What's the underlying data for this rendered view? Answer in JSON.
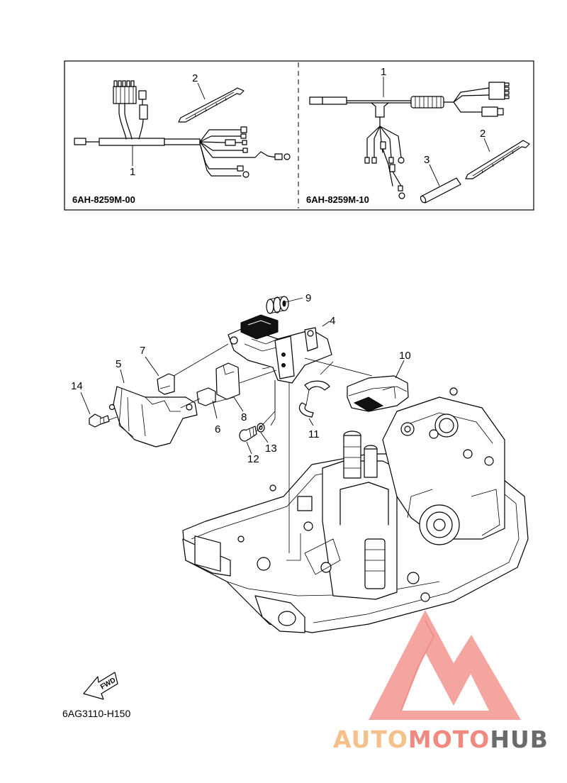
{
  "box_left": {
    "part_code": "6AH-8259M-00",
    "callouts": [
      "1",
      "2"
    ]
  },
  "box_right": {
    "part_code": "6AH-8259M-10",
    "callouts": [
      "1",
      "2",
      "3"
    ]
  },
  "main_callouts": [
    "4",
    "5",
    "6",
    "7",
    "8",
    "9",
    "10",
    "11",
    "12",
    "13",
    "14"
  ],
  "fwd_label": "FWD",
  "figure_code": "6AG3110-H150",
  "watermark": {
    "part1": "AUTO",
    "part2": "MOTO",
    "part3": "HUB",
    "color_auto": "#f5c089",
    "color_moto": "#f08a80",
    "color_hub": "#6b6b6b",
    "logo_color": "#f07a72"
  }
}
